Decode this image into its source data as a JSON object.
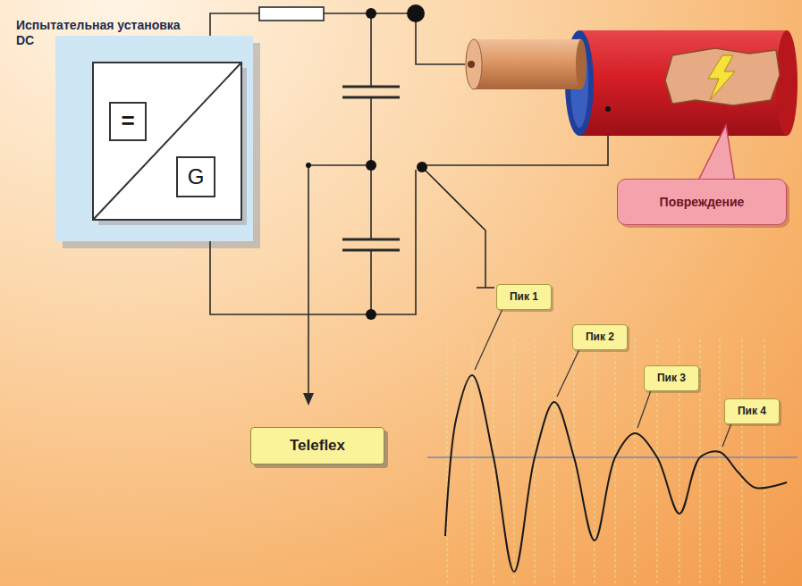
{
  "diagram": {
    "nodes": [
      {
        "text": [
          "Испытательная установка DC"
        ]
      },
      {
        "text": [
          "="
        ],
        "in": 0
      },
      {
        "text": [
          "G"
        ],
        "in": 0
      },
      {
        "text": [
          "Повреждение"
        ]
      },
      {
        "text": [
          "Teleflex"
        ]
      },
      {
        "text": [
          "Пик 1"
        ]
      },
      {
        "text": [
          "Пик 2"
        ]
      },
      {
        "text": [
          "Пик 3"
        ]
      },
      {
        "text": [
          "Пик 4"
        ]
      }
    ]
  }
}
